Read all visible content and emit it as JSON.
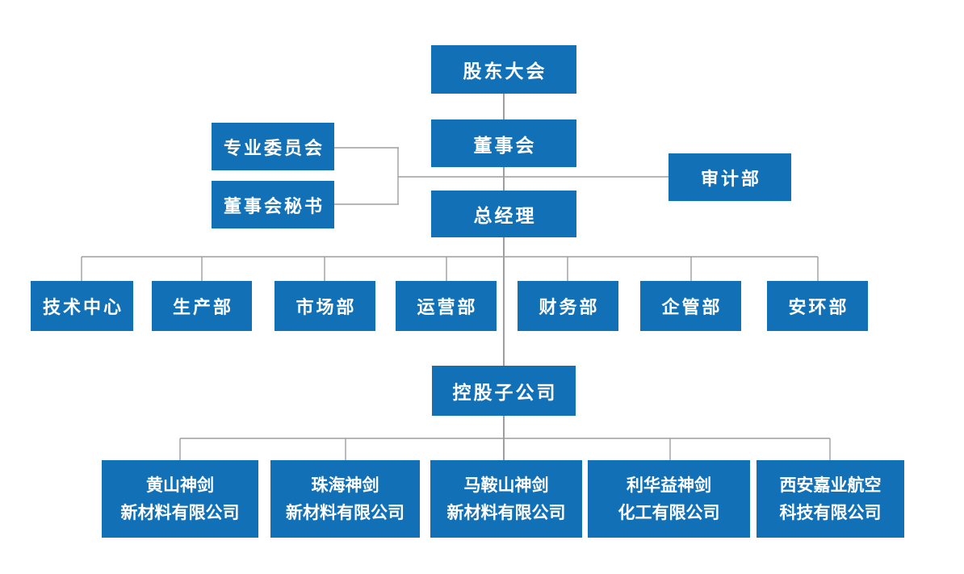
{
  "colors": {
    "box_blue": "#1271b6",
    "line_gray": "#9e9e9e",
    "text_white": "#ffffff"
  },
  "nodes": {
    "shareholders": "股东大会",
    "board": "董事会",
    "committee": "专业委员会",
    "board_secretary": "董事会秘书",
    "audit": "审计部",
    "general_manager": "总经理",
    "departments": [
      "技术中心",
      "生产部",
      "市场部",
      "运营部",
      "财务部",
      "企管部",
      "安环部"
    ],
    "holding": "控股子公司",
    "subsidiaries": [
      {
        "line1": "黄山神剑",
        "line2": "新材料有限公司"
      },
      {
        "line1": "珠海神剑",
        "line2": "新材料有限公司"
      },
      {
        "line1": "马鞍山神剑",
        "line2": "新材料有限公司"
      },
      {
        "line1": "利华益神剑",
        "line2": "化工有限公司"
      },
      {
        "line1": "西安嘉业航空",
        "line2": "科技有限公司"
      }
    ]
  }
}
